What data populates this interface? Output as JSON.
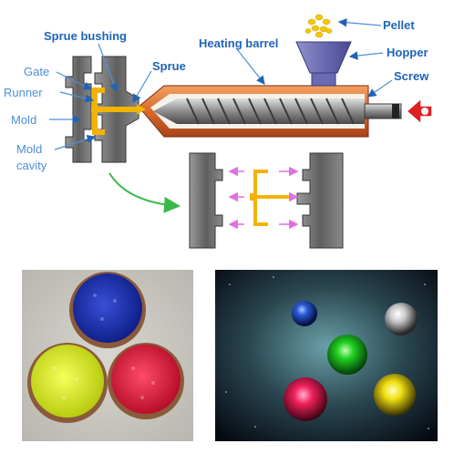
{
  "labels": {
    "sprue_bushing": "Sprue bushing",
    "pellet": "Pellet",
    "heating_barrel": "Heating barrel",
    "hopper": "Hopper",
    "sprue": "Sprue",
    "screw": "Screw",
    "gate": "Gate",
    "runner": "Runner",
    "mold": "Mold",
    "mold_cavity_line1": "Mold",
    "mold_cavity_line2": "cavity"
  },
  "photos": {
    "left": {
      "bowls": [
        "blue",
        "yellow",
        "red"
      ]
    },
    "right": {
      "spheres": [
        "blue",
        "white",
        "green",
        "red",
        "yellow"
      ]
    }
  },
  "colors": {
    "label_bold": "#1f64b8",
    "label_light": "#4d8fd8",
    "barrel": "#d86a2a",
    "screw": "#7a7a7a",
    "runner": "#f2b400",
    "arrow_green": "#3bb84a",
    "arrow_pink": "#e070e0",
    "plunger": "#e02020",
    "hopper": "#6f6fb3"
  }
}
